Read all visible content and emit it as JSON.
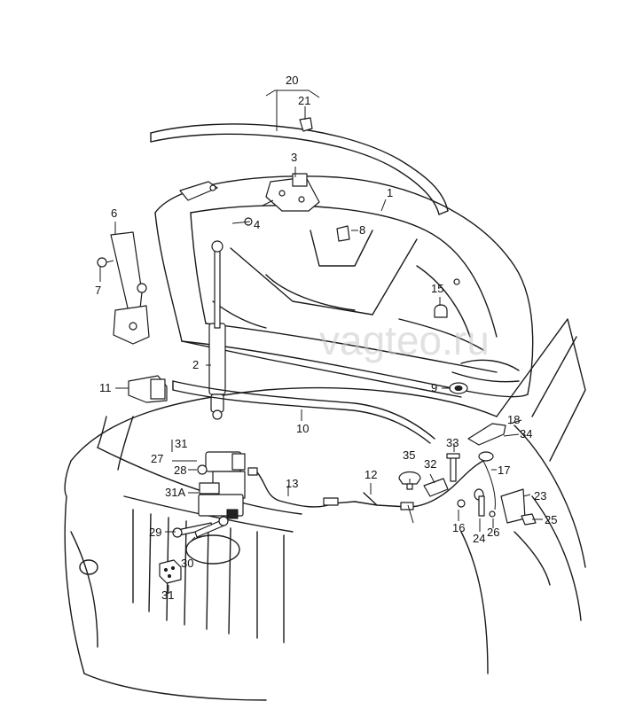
{
  "watermark": "vagteo.ru",
  "labels": {
    "l20": "20",
    "l21": "21",
    "l1": "1",
    "l3": "3",
    "l4": "4",
    "l8": "8",
    "l6": "6",
    "l7": "7",
    "l15": "15",
    "l2": "2",
    "l9": "9",
    "l11": "11",
    "l10": "10",
    "l34": "34",
    "l18": "18",
    "l31a": "31",
    "l27": "27",
    "l28": "28",
    "l31A": "31A",
    "l13": "13",
    "l12": "12",
    "l35": "35",
    "l32": "32",
    "l33": "33",
    "l17": "17",
    "l23": "23",
    "l25": "25",
    "l26": "26",
    "l24": "24",
    "l16": "16",
    "l29": "29",
    "l30": "30",
    "l31b": "31"
  }
}
